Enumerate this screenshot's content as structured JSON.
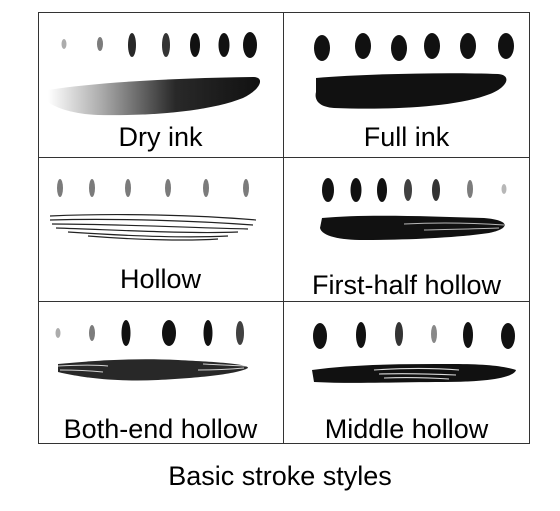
{
  "cells": [
    {
      "label": "Dry ink"
    },
    {
      "label": "Full ink"
    },
    {
      "label": "Hollow"
    },
    {
      "label": "First-half hollow"
    },
    {
      "label": "Both-end hollow"
    },
    {
      "label": "Middle hollow"
    }
  ],
  "caption": "Basic stroke styles",
  "colors": {
    "ink": "#111111",
    "border": "#333333"
  }
}
